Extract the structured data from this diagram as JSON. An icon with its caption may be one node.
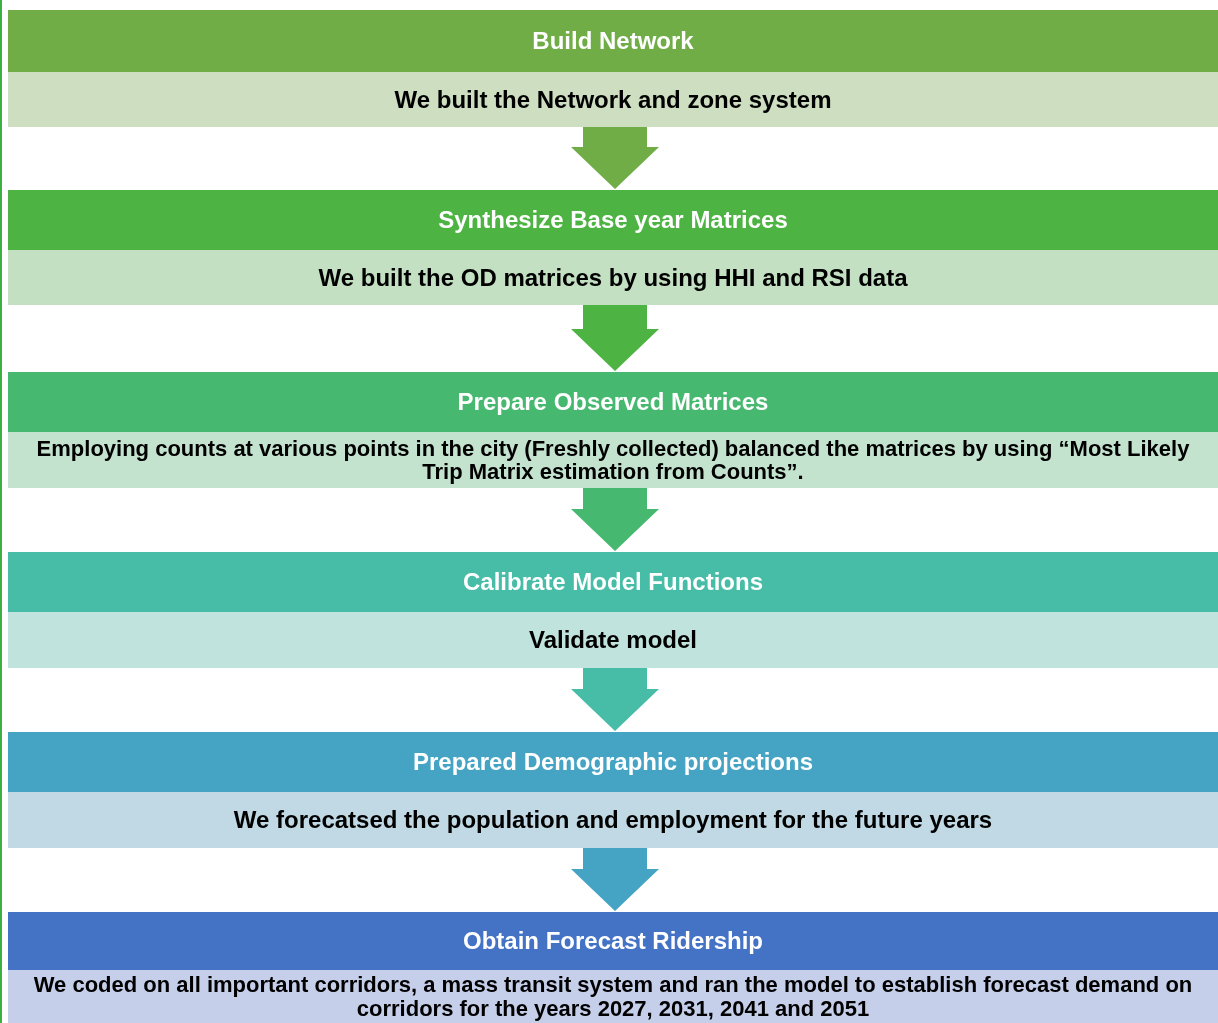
{
  "diagram": {
    "nodes": [
      {
        "text": [
          "Build Network"
        ]
      },
      {
        "text": [
          "We built the Network and zone system"
        ]
      },
      {
        "text": [
          "Synthesize Base year Matrices"
        ]
      },
      {
        "text": [
          "We built the OD matrices by using HHI and RSI data"
        ]
      },
      {
        "text": [
          "Prepare Observed Matrices"
        ]
      },
      {
        "text": [
          "Employing counts at various points in the city (Freshly collected) balanced the matrices by using “Most Likely Trip Matrix estimation from Counts”."
        ]
      },
      {
        "text": [
          "Calibrate Model Functions"
        ]
      },
      {
        "text": [
          "Validate model"
        ]
      },
      {
        "text": [
          "Prepared Demographic projections"
        ]
      },
      {
        "text": [
          "We forecatsed the population and employment for the future years"
        ]
      },
      {
        "text": [
          "Obtain  Forecast Ridership"
        ]
      },
      {
        "text": [
          "We coded on all important corridors, a mass transit system and ran the model to establish forecast demand on corridors for the years 2027,  2031, 2041 and 2051"
        ]
      }
    ],
    "edges": [
      {
        "from": 1,
        "to": 2,
        "arrow": "to",
        "style": "thick",
        "color": "#70ad47"
      },
      {
        "from": 3,
        "to": 4,
        "arrow": "to",
        "style": "thick",
        "color": "#4db342"
      },
      {
        "from": 5,
        "to": 6,
        "arrow": "to",
        "style": "thick",
        "color": "#47b870"
      },
      {
        "from": 7,
        "to": 8,
        "arrow": "to",
        "style": "thick",
        "color": "#47bda7"
      },
      {
        "from": 9,
        "to": 10,
        "arrow": "to",
        "style": "thick",
        "color": "#45a3c4"
      }
    ]
  }
}
